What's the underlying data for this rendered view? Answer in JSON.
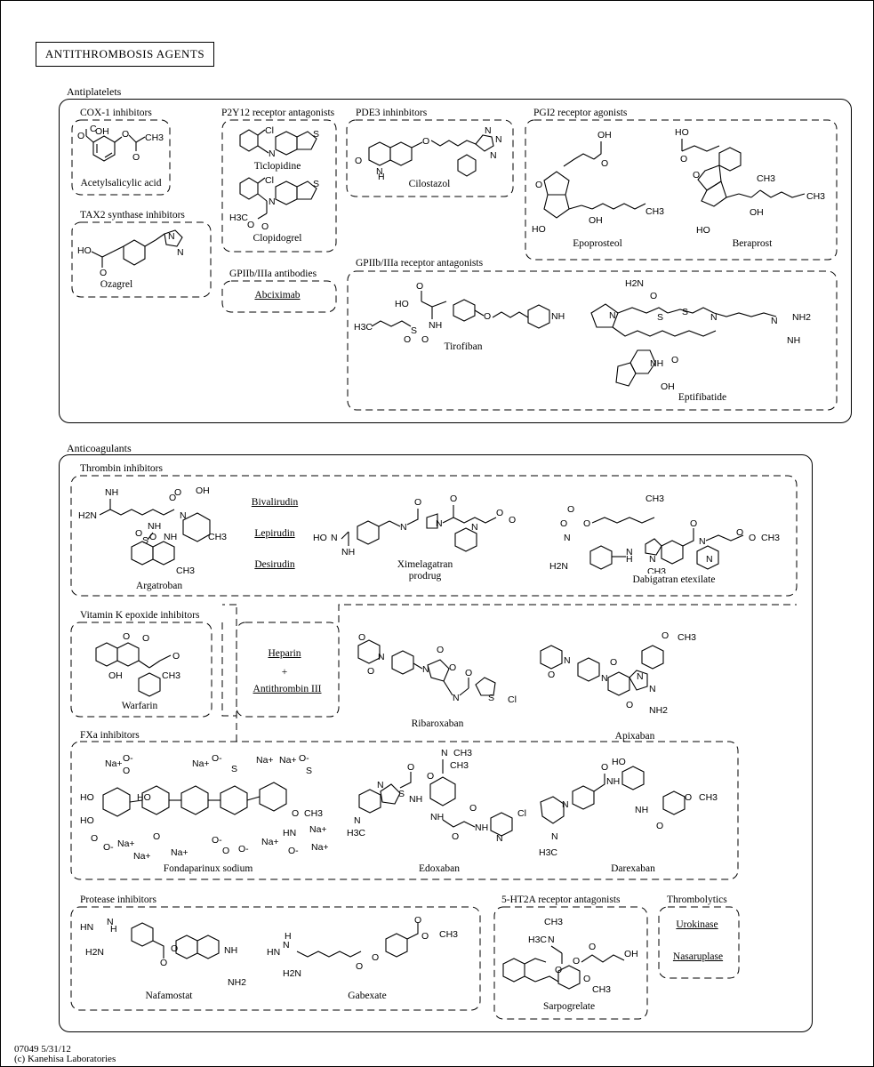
{
  "title": "ANTITHROMBOSIS AGENTS",
  "sections": {
    "antiplatelets": "Antiplatelets",
    "anticoagulants": "Anticoagulants"
  },
  "groups": {
    "cox1": "COX-1 inhibitors",
    "tax2": "TAX2 synthase inhibitors",
    "p2y12": "P2Y12 receptor antagonists",
    "gp_antibodies": "GPIIb/IIIa antibodies",
    "pde3": "PDE3 inhinbitors",
    "pgi2": "PGI2 receptor agonists",
    "gp_antagonists": "GPIIb/IIIa receptor antagonists",
    "thrombin": "Thrombin inhibitors",
    "vitk": "Vitamin K epoxide inhibitors",
    "fxa": "FXa inhibitors",
    "protease": "Protease inhibitors",
    "ht2a": "5-HT2A receptor antagonists",
    "thrombolytics": "Thrombolytics"
  },
  "drugs": {
    "acetylsalicylic": "Acetylsalicylic acid",
    "ozagrel": "Ozagrel",
    "ticlopidine": "Ticlopidine",
    "clopidogrel": "Clopidogrel",
    "cilostazol": "Cilostazol",
    "epoprosteol": "Epoprosteol",
    "beraprost": "Beraprost",
    "tirofiban": "Tirofiban",
    "eptifibatide": "Eptifibatide",
    "argatroban": "Argatroban",
    "ximelagatran_1": "Ximelagatran",
    "ximelagatran_2": "prodrug",
    "dabigatran": "Dabigatran etexilate",
    "warfarin": "Warfarin",
    "ribaroxaban": "Ribaroxaban",
    "apixaban": "Apixaban",
    "fondaparinux": "Fondaparinux sodium",
    "edoxaban": "Edoxaban",
    "darexaban": "Darexaban",
    "nafamostat": "Nafamostat",
    "gabexate": "Gabexate",
    "sarpogrelate": "Sarpogrelate"
  },
  "links": {
    "abciximab": "Abciximab",
    "bivalirudin": "Bivalirudin",
    "lepirudin": "Lepirudin",
    "desirudin": "Desirudin",
    "heparin": "Heparin",
    "plus": "+",
    "antithrombin": "Antithrombin III",
    "urokinase": "Urokinase",
    "nasaruplase": "Nasaruplase"
  },
  "footer": {
    "id_date": "07049 5/31/12",
    "copyright": "(c) Kanehisa Laboratories"
  }
}
